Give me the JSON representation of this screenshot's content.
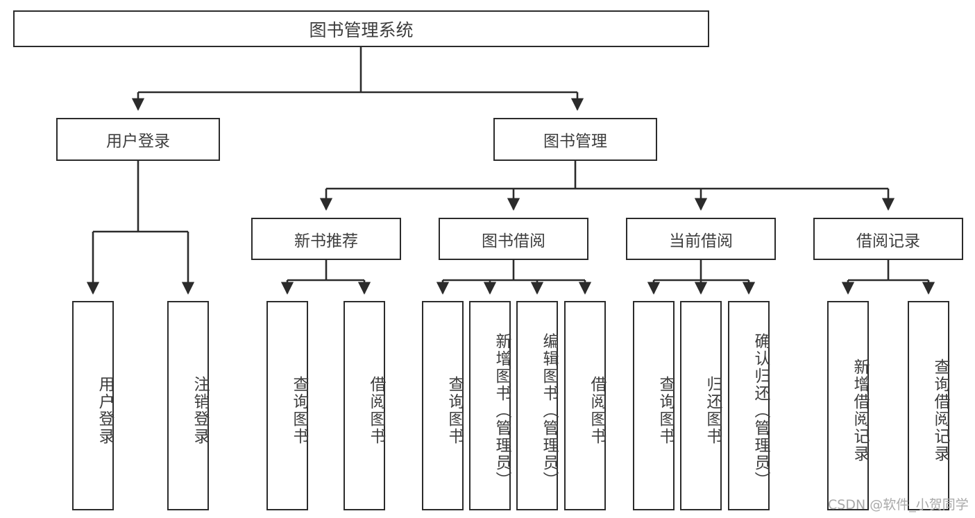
{
  "diagram": {
    "type": "tree",
    "title": "图书管理系统",
    "watermark": "CSDN @软件_小贺同学",
    "colors": {
      "box_border": "#2b2b2b",
      "box_fill": "#ffffff",
      "text": "#3d3d3d",
      "connector": "#2b2b2b",
      "watermark": "#a9a9a9",
      "background": "#ffffff"
    },
    "nodes": {
      "root": {
        "label": "图书管理系统"
      },
      "level2": [
        {
          "id": "user-login",
          "label": "用户登录"
        },
        {
          "id": "book-management",
          "label": "图书管理"
        }
      ],
      "level3": [
        {
          "id": "new-book-recommend",
          "label": "新书推荐"
        },
        {
          "id": "book-borrow",
          "label": "图书借阅"
        },
        {
          "id": "current-borrow",
          "label": "当前借阅"
        },
        {
          "id": "borrow-record",
          "label": "借阅记录"
        }
      ],
      "leaves": {
        "user_login": [
          {
            "id": "leaf-user-login",
            "label": "用户登录"
          },
          {
            "id": "leaf-user-logout",
            "label": "注销登录"
          }
        ],
        "new_book_recommend": [
          {
            "id": "leaf-query-book-1",
            "label": "查询图书"
          },
          {
            "id": "leaf-borrow-book-1",
            "label": "借阅图书"
          }
        ],
        "book_borrow": [
          {
            "id": "leaf-query-book-2",
            "label": "查询图书"
          },
          {
            "id": "leaf-add-book",
            "label": "新增图书（管理员）"
          },
          {
            "id": "leaf-edit-book",
            "label": "编辑图书（管理员）"
          },
          {
            "id": "leaf-borrow-book-2",
            "label": "借阅图书"
          }
        ],
        "current_borrow": [
          {
            "id": "leaf-query-book-3",
            "label": "查询图书"
          },
          {
            "id": "leaf-return-book",
            "label": "归还图书"
          },
          {
            "id": "leaf-confirm-return",
            "label": "确认归还（管理员）"
          }
        ],
        "borrow_record": [
          {
            "id": "leaf-add-record",
            "label": "新增借阅记录"
          },
          {
            "id": "leaf-query-record",
            "label": "查询借阅记录"
          }
        ]
      }
    }
  }
}
